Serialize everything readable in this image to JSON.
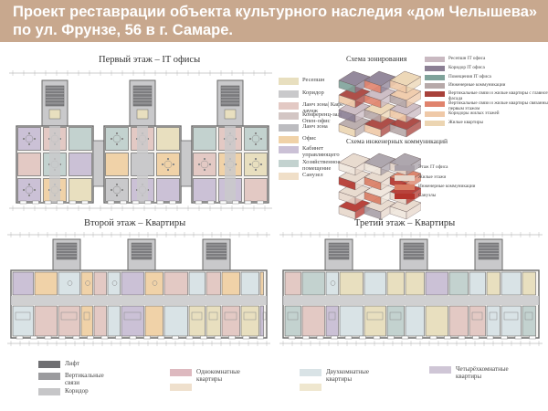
{
  "header": {
    "title": "Проект реставрации объекта культурного наследия «дом Челышева» по ул. Фрунзе, 56 в г. Самаре.",
    "background": "#c8a88e",
    "text_color": "#ffffff"
  },
  "floor1": {
    "title": "Первый этаж – IT офисы",
    "legend": [
      {
        "label": "Ресепшн",
        "color": "#e8dfbf"
      },
      {
        "label": "Коридор",
        "color": "#c9c9cb"
      },
      {
        "label": "Ланч зона| Кафе-лаунж",
        "color": "#e3c9c4"
      },
      {
        "label": "Конференц-зал| Опен-офис",
        "color": "#d3c6c4"
      },
      {
        "label": "Ланч зона",
        "color": "#bcbcc0"
      },
      {
        "label": "Офис",
        "color": "#f0d2a8"
      },
      {
        "label": "Кабинет управляющего",
        "color": "#cbc1d6"
      },
      {
        "label": "Хозяйственное помещение",
        "color": "#c3d2cf"
      },
      {
        "label": "Санузел",
        "color": "#f0dfc8"
      }
    ]
  },
  "zoning": {
    "title": "Схема зонирования",
    "legend": [
      {
        "label": "Ресепшн IT офиса",
        "color": "#c9b9c1"
      },
      {
        "label": "Коридор IT офиса",
        "color": "#8b7f94"
      },
      {
        "label": "Помещения IT офиса",
        "color": "#7fa39b"
      },
      {
        "label": "Инженерные коммуникации",
        "color": "#b7a9a9"
      },
      {
        "label": "Вертикальные связи и жилые квартиры с главного фасада",
        "color": "#a8413a"
      },
      {
        "label": "Вертикальные связи и жилые квартиры связанные с первым этажом",
        "color": "#e0836d"
      },
      {
        "label": "Коридоры жилых этажей",
        "color": "#efc9a8"
      },
      {
        "label": "Жилые квартиры",
        "color": "#ecd5b2"
      }
    ]
  },
  "engineering": {
    "title": "Схема инженерных коммуникаций",
    "legend": [
      {
        "label": "Этаж IT офиса",
        "color": "#a8a0a8"
      },
      {
        "label": "Жилые этажи",
        "color": "#e7d8cc"
      },
      {
        "label": "Инженерные коммуникации",
        "color": "#d97c62"
      },
      {
        "label": "Санузлы",
        "color": "#b3342c"
      }
    ]
  },
  "floor2": {
    "title": "Второй этаж – Квартиры"
  },
  "floor3": {
    "title": "Третий этаж – Квартиры"
  },
  "bottom_legend": [
    {
      "label": "Лифт",
      "color": "#6f6f72"
    },
    {
      "label": "Вертикальные связи",
      "color": "#9b9b9e"
    },
    {
      "label": "Коридор",
      "color": "#c6c6c8"
    },
    {
      "label": "Однокомнатные квартиры",
      "color": "#ddb9bf"
    },
    {
      "label": "",
      "color": "#efe0cd"
    },
    {
      "label": "Двухкомнатные квартиры",
      "color": "#d9e3e6"
    },
    {
      "label": "",
      "color": "#efe7cf"
    },
    {
      "label": "Четырёхкомнатные квартиры",
      "color": "#cfc6d6"
    }
  ],
  "plan_colors": {
    "wall": "#6a6a6a",
    "corridor": "#c9c9cb",
    "stair": "#7c7c7f",
    "pink": "#e3c9c4",
    "tan": "#f0d2a8",
    "lavender": "#cbc1d6",
    "mint": "#c3d2cf",
    "beige": "#e8dfbf",
    "blue": "#d9e3e6"
  }
}
